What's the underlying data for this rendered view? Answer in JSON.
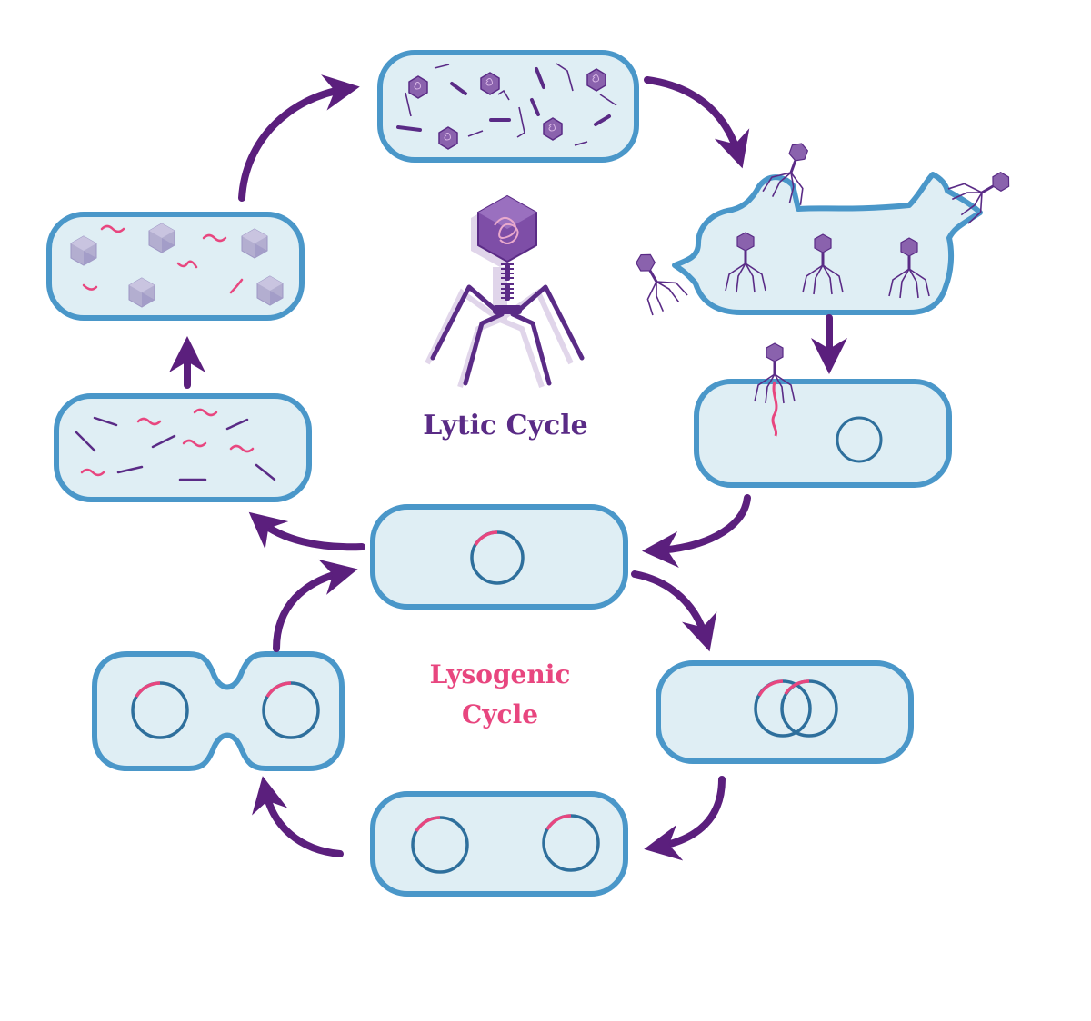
{
  "labels": {
    "lytic": "Lytic Cycle",
    "lysogenic_line1": "Lysogenic",
    "lysogenic_line2": "Cycle"
  },
  "colors": {
    "cell_fill": "#dfeef4",
    "cell_border": "#4a97c9",
    "arrow": "#5b1f7d",
    "phage": "#5a2b86",
    "phage_light": "#8a62ad",
    "dna_blue": "#2e6f9c",
    "dna_pink": "#e8467f",
    "capsid_gray": "#b3aed0",
    "lytic_text": "#5a2b86",
    "lysogenic_text": "#e8467f"
  },
  "stages": [
    "assembled-phages-cell",
    "attachment-cell",
    "injection-cell",
    "integration-cell",
    "recombination-cell",
    "replicated-prophage-cell",
    "dividing-cell",
    "replication-cell",
    "capsid-assembly-cell"
  ]
}
